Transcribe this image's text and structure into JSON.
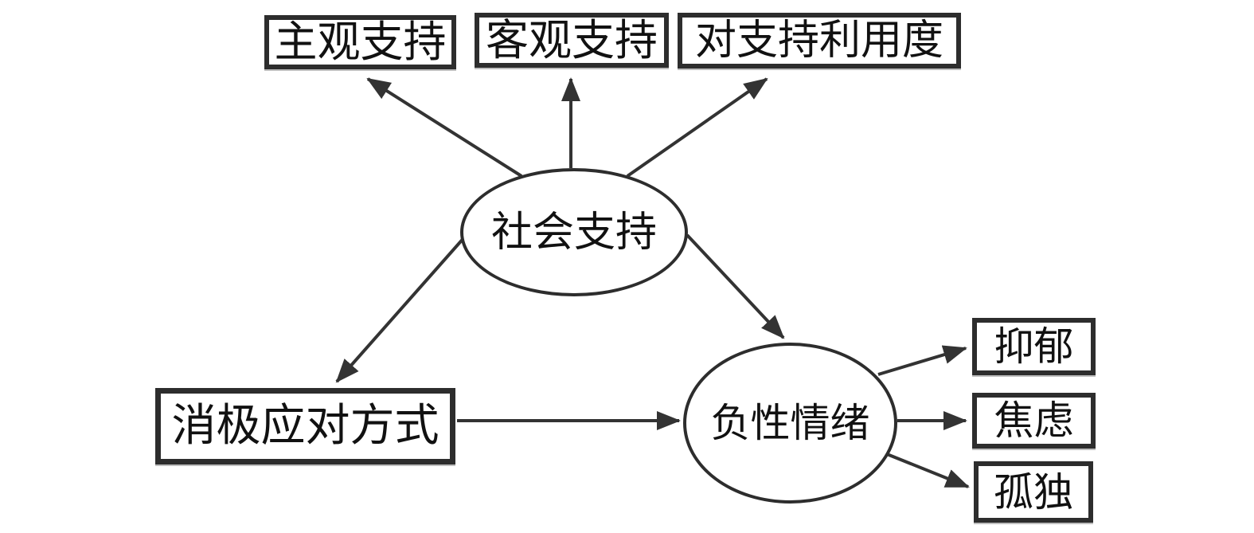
{
  "diagram": {
    "type": "path-diagram",
    "colors": {
      "background": "#ffffff",
      "stroke": "#2d2d2d",
      "text": "#111111"
    },
    "nodes": {
      "subjective_support": {
        "label": "主观支持",
        "shape": "rect"
      },
      "objective_support": {
        "label": "客观支持",
        "shape": "rect"
      },
      "support_utilization": {
        "label": "对支持利用度",
        "shape": "rect"
      },
      "social_support": {
        "label": "社会支持",
        "shape": "ellipse"
      },
      "negative_coping_style": {
        "label": "消极应对方式",
        "shape": "rect"
      },
      "negative_emotion": {
        "label": "负性情绪",
        "shape": "ellipse"
      },
      "depression": {
        "label": "抑郁",
        "shape": "rect"
      },
      "anxiety": {
        "label": "焦虑",
        "shape": "rect"
      },
      "loneliness": {
        "label": "孤独",
        "shape": "rect"
      }
    },
    "edges": [
      {
        "from": "社会支持",
        "to": "主观支持",
        "style": "arrow"
      },
      {
        "from": "社会支持",
        "to": "客观支持",
        "style": "arrow"
      },
      {
        "from": "社会支持",
        "to": "对支持利用度",
        "style": "arrow"
      },
      {
        "from": "社会支持",
        "to": "消极应对方式",
        "style": "arrow"
      },
      {
        "from": "社会支持",
        "to": "负性情绪",
        "style": "arrow"
      },
      {
        "from": "消极应对方式",
        "to": "负性情绪",
        "style": "arrow"
      },
      {
        "from": "负性情绪",
        "to": "抑郁",
        "style": "arrow"
      },
      {
        "from": "负性情绪",
        "to": "焦虑",
        "style": "arrow"
      },
      {
        "from": "负性情绪",
        "to": "孤独",
        "style": "arrow"
      }
    ]
  }
}
